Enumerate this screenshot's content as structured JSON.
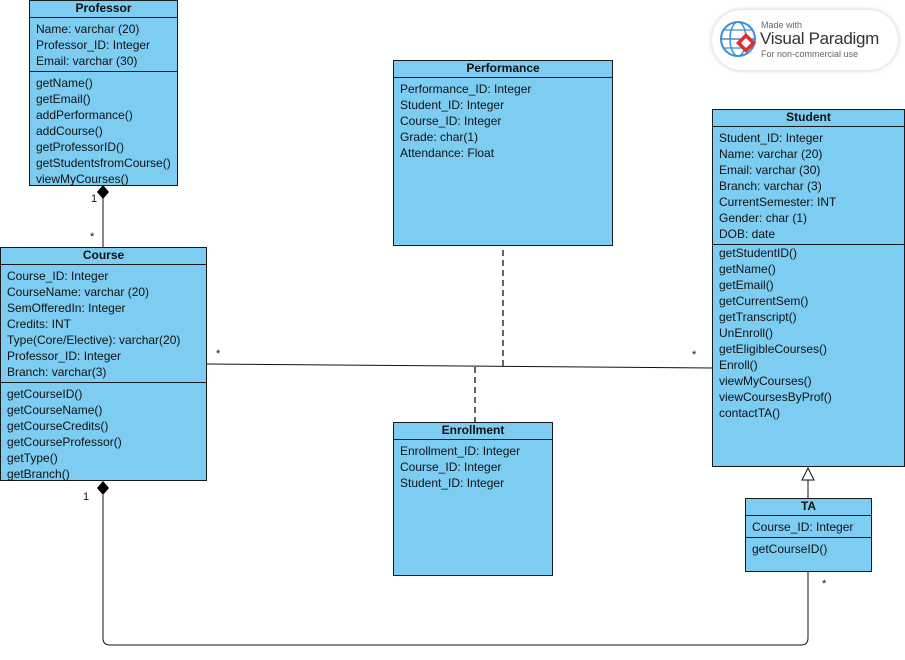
{
  "classes": {
    "professor": {
      "name": "Professor",
      "attributes": [
        "Name: varchar (20)",
        "Professor_ID:  Integer",
        "Email: varchar (30)"
      ],
      "methods": [
        "getName()",
        "getEmail()",
        "addPerformance()",
        "addCourse()",
        "getProfessorID()",
        "getStudentsfromCourse()",
        "viewMyCourses()"
      ]
    },
    "course": {
      "name": "Course",
      "attributes": [
        "Course_ID: Integer",
        "CourseName: varchar (20)",
        "SemOfferedIn: Integer",
        "Credits: INT",
        "Type(Core/Elective): varchar(20)",
        "Professor_ID: Integer",
        "Branch: varchar(3)"
      ],
      "methods": [
        "getCourseID()",
        "getCourseName()",
        "getCourseCredits()",
        "getCourseProfessor()",
        "getType()",
        "getBranch()"
      ]
    },
    "performance": {
      "name": "Performance",
      "attributes": [
        "Performance_ID: Integer",
        "Student_ID: Integer",
        "Course_ID: Integer",
        "Grade: char(1)",
        "Attendance: Float"
      ]
    },
    "enrollment": {
      "name": "Enrollment",
      "attributes": [
        "Enrollment_ID: Integer",
        "Course_ID: Integer",
        "Student_ID: Integer"
      ]
    },
    "student": {
      "name": "Student",
      "attributes": [
        "Student_ID: Integer",
        "Name: varchar (20)",
        "Email: varchar (30)",
        "Branch: varchar (3)",
        "CurrentSemester: INT",
        "Gender: char (1)",
        "DOB: date"
      ],
      "methods": [
        "getStudentID()",
        "getName()",
        "getEmail()",
        "getCurrentSem()",
        "getTranscript()",
        "UnEnroll()",
        "getEligibleCourses()",
        "Enroll()",
        "viewMyCourses()",
        "viewCoursesByProf()",
        "contactTA()"
      ]
    },
    "ta": {
      "name": "TA",
      "attributes": [
        "Course_ID: Integer"
      ],
      "methods": [
        "getCourseID()"
      ]
    }
  },
  "multiplicities": {
    "prof_course_top": "1",
    "prof_course_bottom": "*",
    "course_student_left": "*",
    "course_student_right": "*",
    "course_ta_left": "1",
    "course_ta_right": "*"
  },
  "badge": {
    "made_with": "Made with",
    "product": "Visual Paradigm",
    "usage": "For non-commercial use"
  },
  "colors": {
    "class_fill": "#7dcdf3",
    "border": "#1a1a1a",
    "logo_red": "#d9312f"
  }
}
